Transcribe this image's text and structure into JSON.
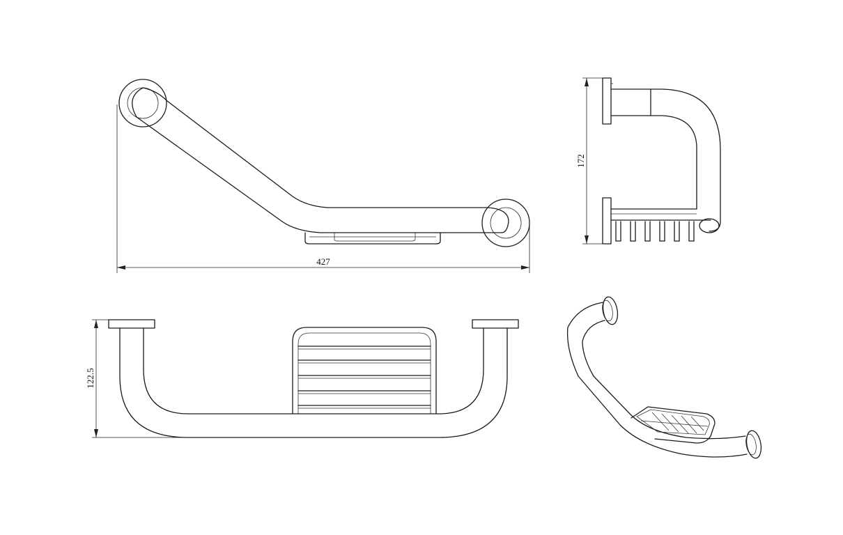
{
  "dimensions": {
    "width": "427",
    "height_side": "172",
    "height_top": "122.5"
  },
  "colors": {
    "line": "#1a1a1a",
    "background": "#ffffff"
  }
}
